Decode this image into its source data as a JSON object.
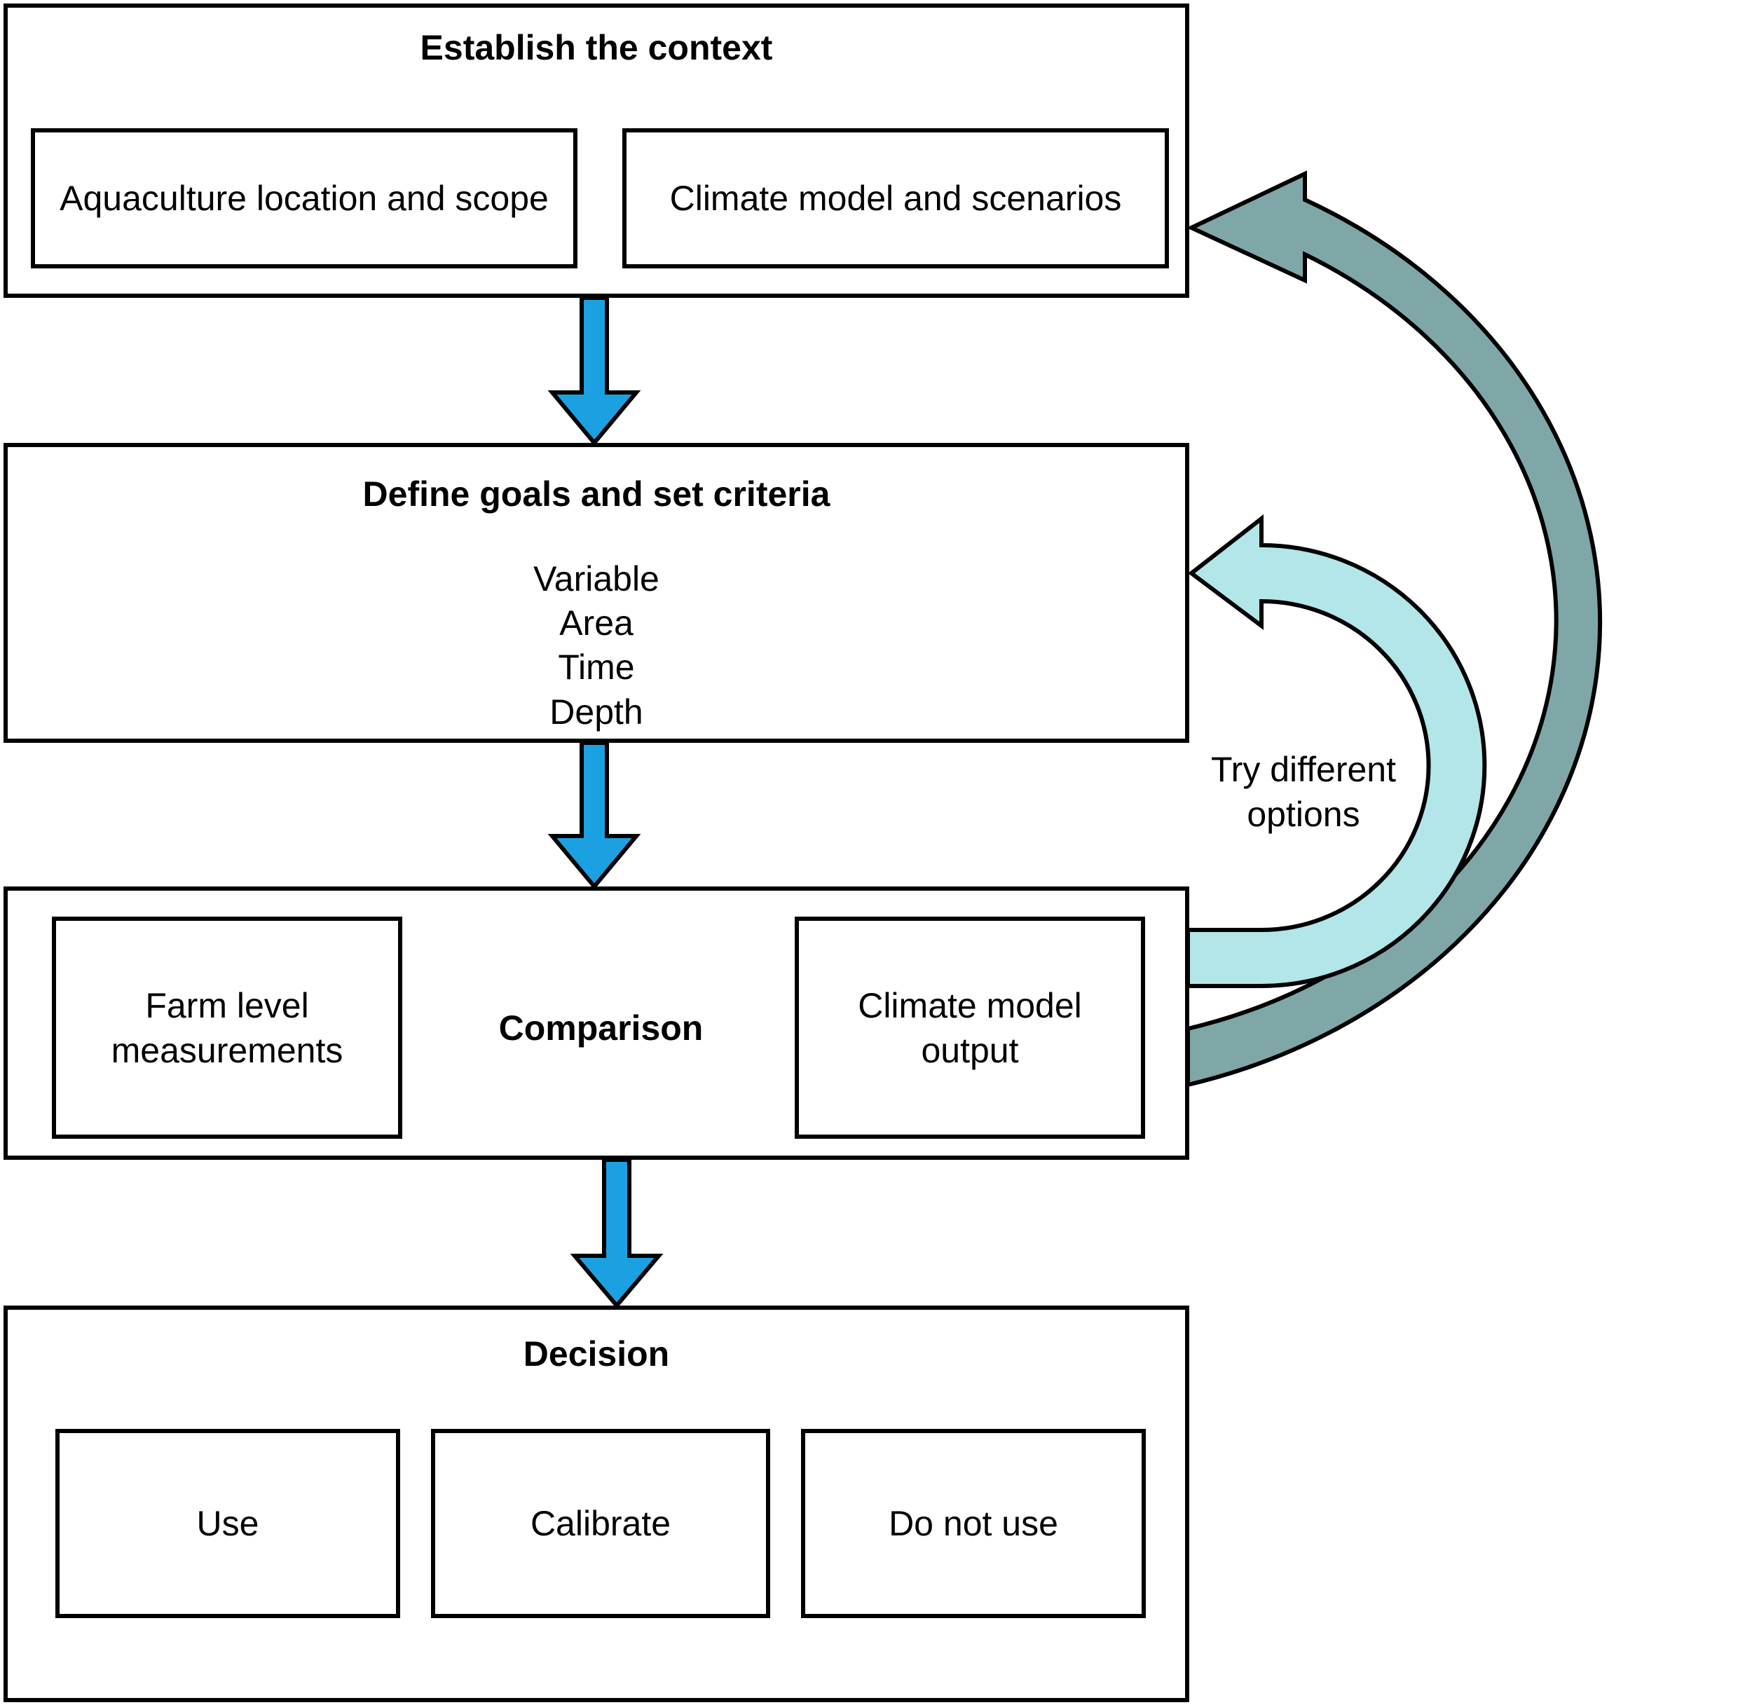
{
  "colors": {
    "flow_arrow": "#1BA1E2",
    "loop_arrow_inner": "#B2E6E8",
    "loop_arrow_outer": "#7FA7A8",
    "outline": "#000000"
  },
  "context": {
    "title": "Establish the context",
    "items": [
      "Aquaculture location and scope",
      "Climate model and scenarios"
    ]
  },
  "goals": {
    "title": "Define goals and set criteria",
    "criteria": [
      "Variable",
      "Area",
      "Time",
      "Depth"
    ]
  },
  "comparison": {
    "title": "Comparison",
    "left_lines": [
      "Farm level",
      "measurements"
    ],
    "right_lines": [
      "Climate model",
      "output"
    ]
  },
  "decision": {
    "title": "Decision",
    "options": [
      "Use",
      "Calibrate",
      "Do not use"
    ]
  },
  "loop_label": [
    "Try different",
    "options"
  ]
}
